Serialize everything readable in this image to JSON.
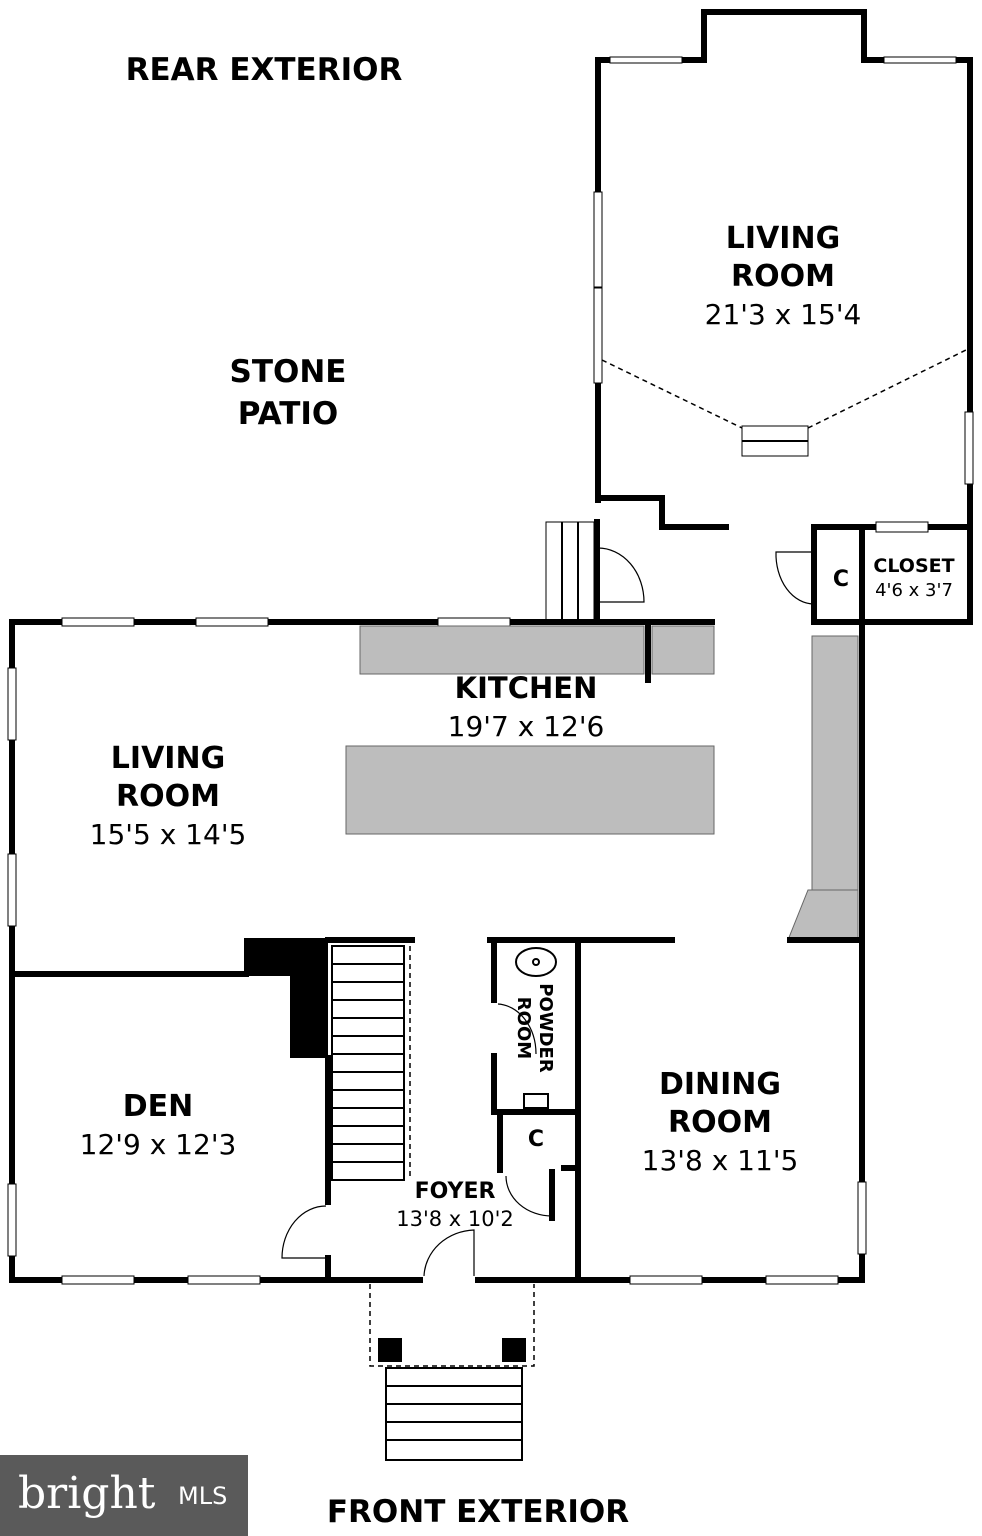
{
  "labels": {
    "rear_exterior": "REAR EXTERIOR",
    "front_exterior": "FRONT EXTERIOR",
    "patio_line1": "STONE",
    "patio_line2": "PATIO",
    "living_room_rear_line1": "LIVING",
    "living_room_rear_line2": "ROOM",
    "living_room_rear_dims": "21'3 x 15'4",
    "closet": "CLOSET",
    "closet_dims": "4'6 x 3'7",
    "closet_c_upper": "C",
    "kitchen": "KITCHEN",
    "kitchen_dims": "19'7 x 12'6",
    "living_room_line1": "LIVING",
    "living_room_line2": "ROOM",
    "living_room_dims": "15'5 x 14'5",
    "den": "DEN",
    "den_dims": "12'9 x 12'3",
    "powder_line1": "POWDER",
    "powder_line2": "ROOM",
    "closet_c_lower": "C",
    "foyer": "FOYER",
    "foyer_dims": "13'8 x 10'2",
    "dining_line1": "DINING",
    "dining_line2": "ROOM",
    "dining_dims": "13'8 x 11'5"
  },
  "watermark": {
    "brand": "bright",
    "suffix": "MLS"
  },
  "colors": {
    "wall": "#000000",
    "counter": "#bdbdbd",
    "logo_bg": "#5a5a5a"
  }
}
